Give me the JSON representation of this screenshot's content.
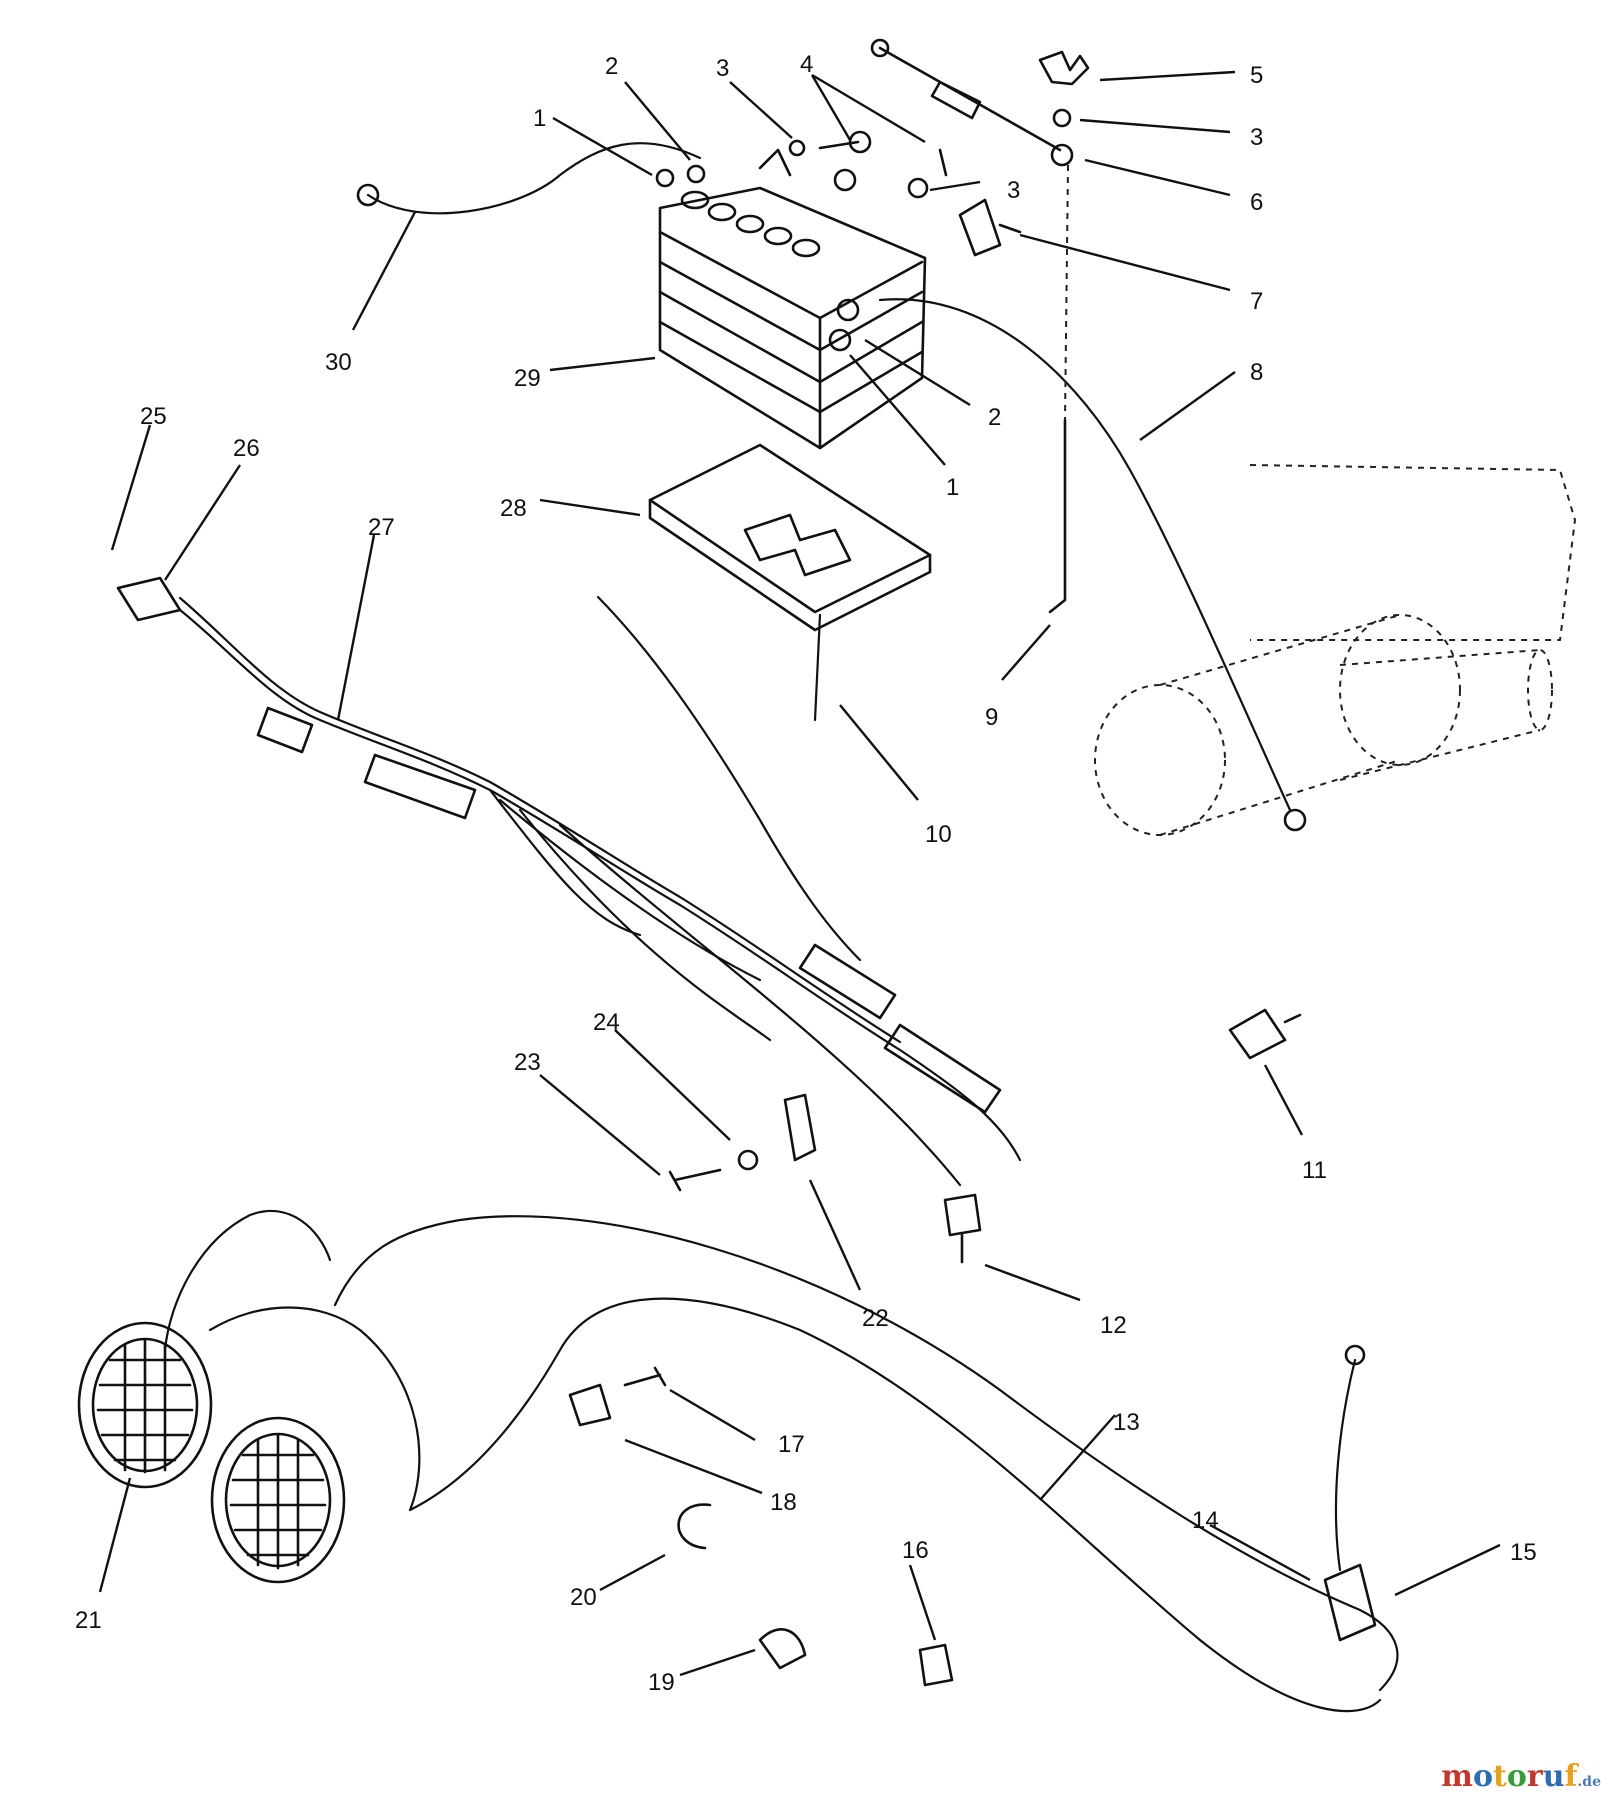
{
  "diagram": {
    "callouts": [
      {
        "id": "c1a",
        "text": "1"
      },
      {
        "id": "c2a",
        "text": "2"
      },
      {
        "id": "c3a",
        "text": "3"
      },
      {
        "id": "c4",
        "text": "4"
      },
      {
        "id": "c5",
        "text": "5"
      },
      {
        "id": "c3b",
        "text": "3"
      },
      {
        "id": "c6",
        "text": "6"
      },
      {
        "id": "c3c",
        "text": "3"
      },
      {
        "id": "c7",
        "text": "7"
      },
      {
        "id": "c8",
        "text": "8"
      },
      {
        "id": "c2b",
        "text": "2"
      },
      {
        "id": "c1b",
        "text": "1"
      },
      {
        "id": "c9",
        "text": "9"
      },
      {
        "id": "c10",
        "text": "10"
      },
      {
        "id": "c11",
        "text": "11"
      },
      {
        "id": "c12",
        "text": "12"
      },
      {
        "id": "c13",
        "text": "13"
      },
      {
        "id": "c14",
        "text": "14"
      },
      {
        "id": "c15",
        "text": "15"
      },
      {
        "id": "c16",
        "text": "16"
      },
      {
        "id": "c17",
        "text": "17"
      },
      {
        "id": "c18",
        "text": "18"
      },
      {
        "id": "c19",
        "text": "19"
      },
      {
        "id": "c20",
        "text": "20"
      },
      {
        "id": "c21",
        "text": "21"
      },
      {
        "id": "c22",
        "text": "22"
      },
      {
        "id": "c23",
        "text": "23"
      },
      {
        "id": "c24",
        "text": "24"
      },
      {
        "id": "c25",
        "text": "25"
      },
      {
        "id": "c26",
        "text": "26"
      },
      {
        "id": "c27",
        "text": "27"
      },
      {
        "id": "c28",
        "text": "28"
      },
      {
        "id": "c29",
        "text": "29"
      },
      {
        "id": "c30",
        "text": "30"
      }
    ]
  },
  "watermark": {
    "brand": "motoruf",
    "suffix": ".de",
    "colors": {
      "m": "#c0392b",
      "o1": "#2e6db4",
      "t": "#e6a21a",
      "o2": "#3a9b3a",
      "r": "#c0392b",
      "u": "#2e6db4",
      "f": "#e6a21a"
    }
  }
}
